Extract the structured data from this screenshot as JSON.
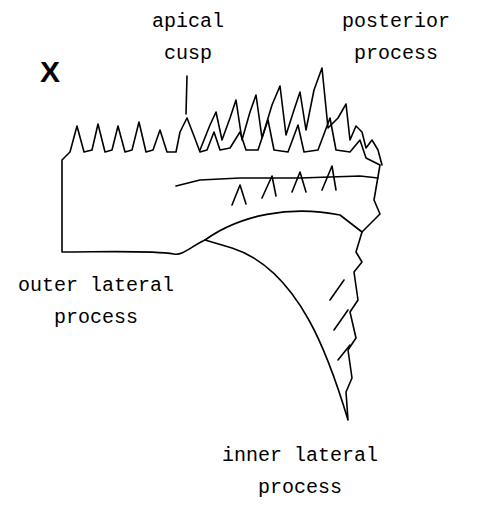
{
  "diagram": {
    "labels": [
      "X",
      "apical cusp",
      "posterior process",
      "outer lateral process",
      "inner lateral process"
    ]
  }
}
